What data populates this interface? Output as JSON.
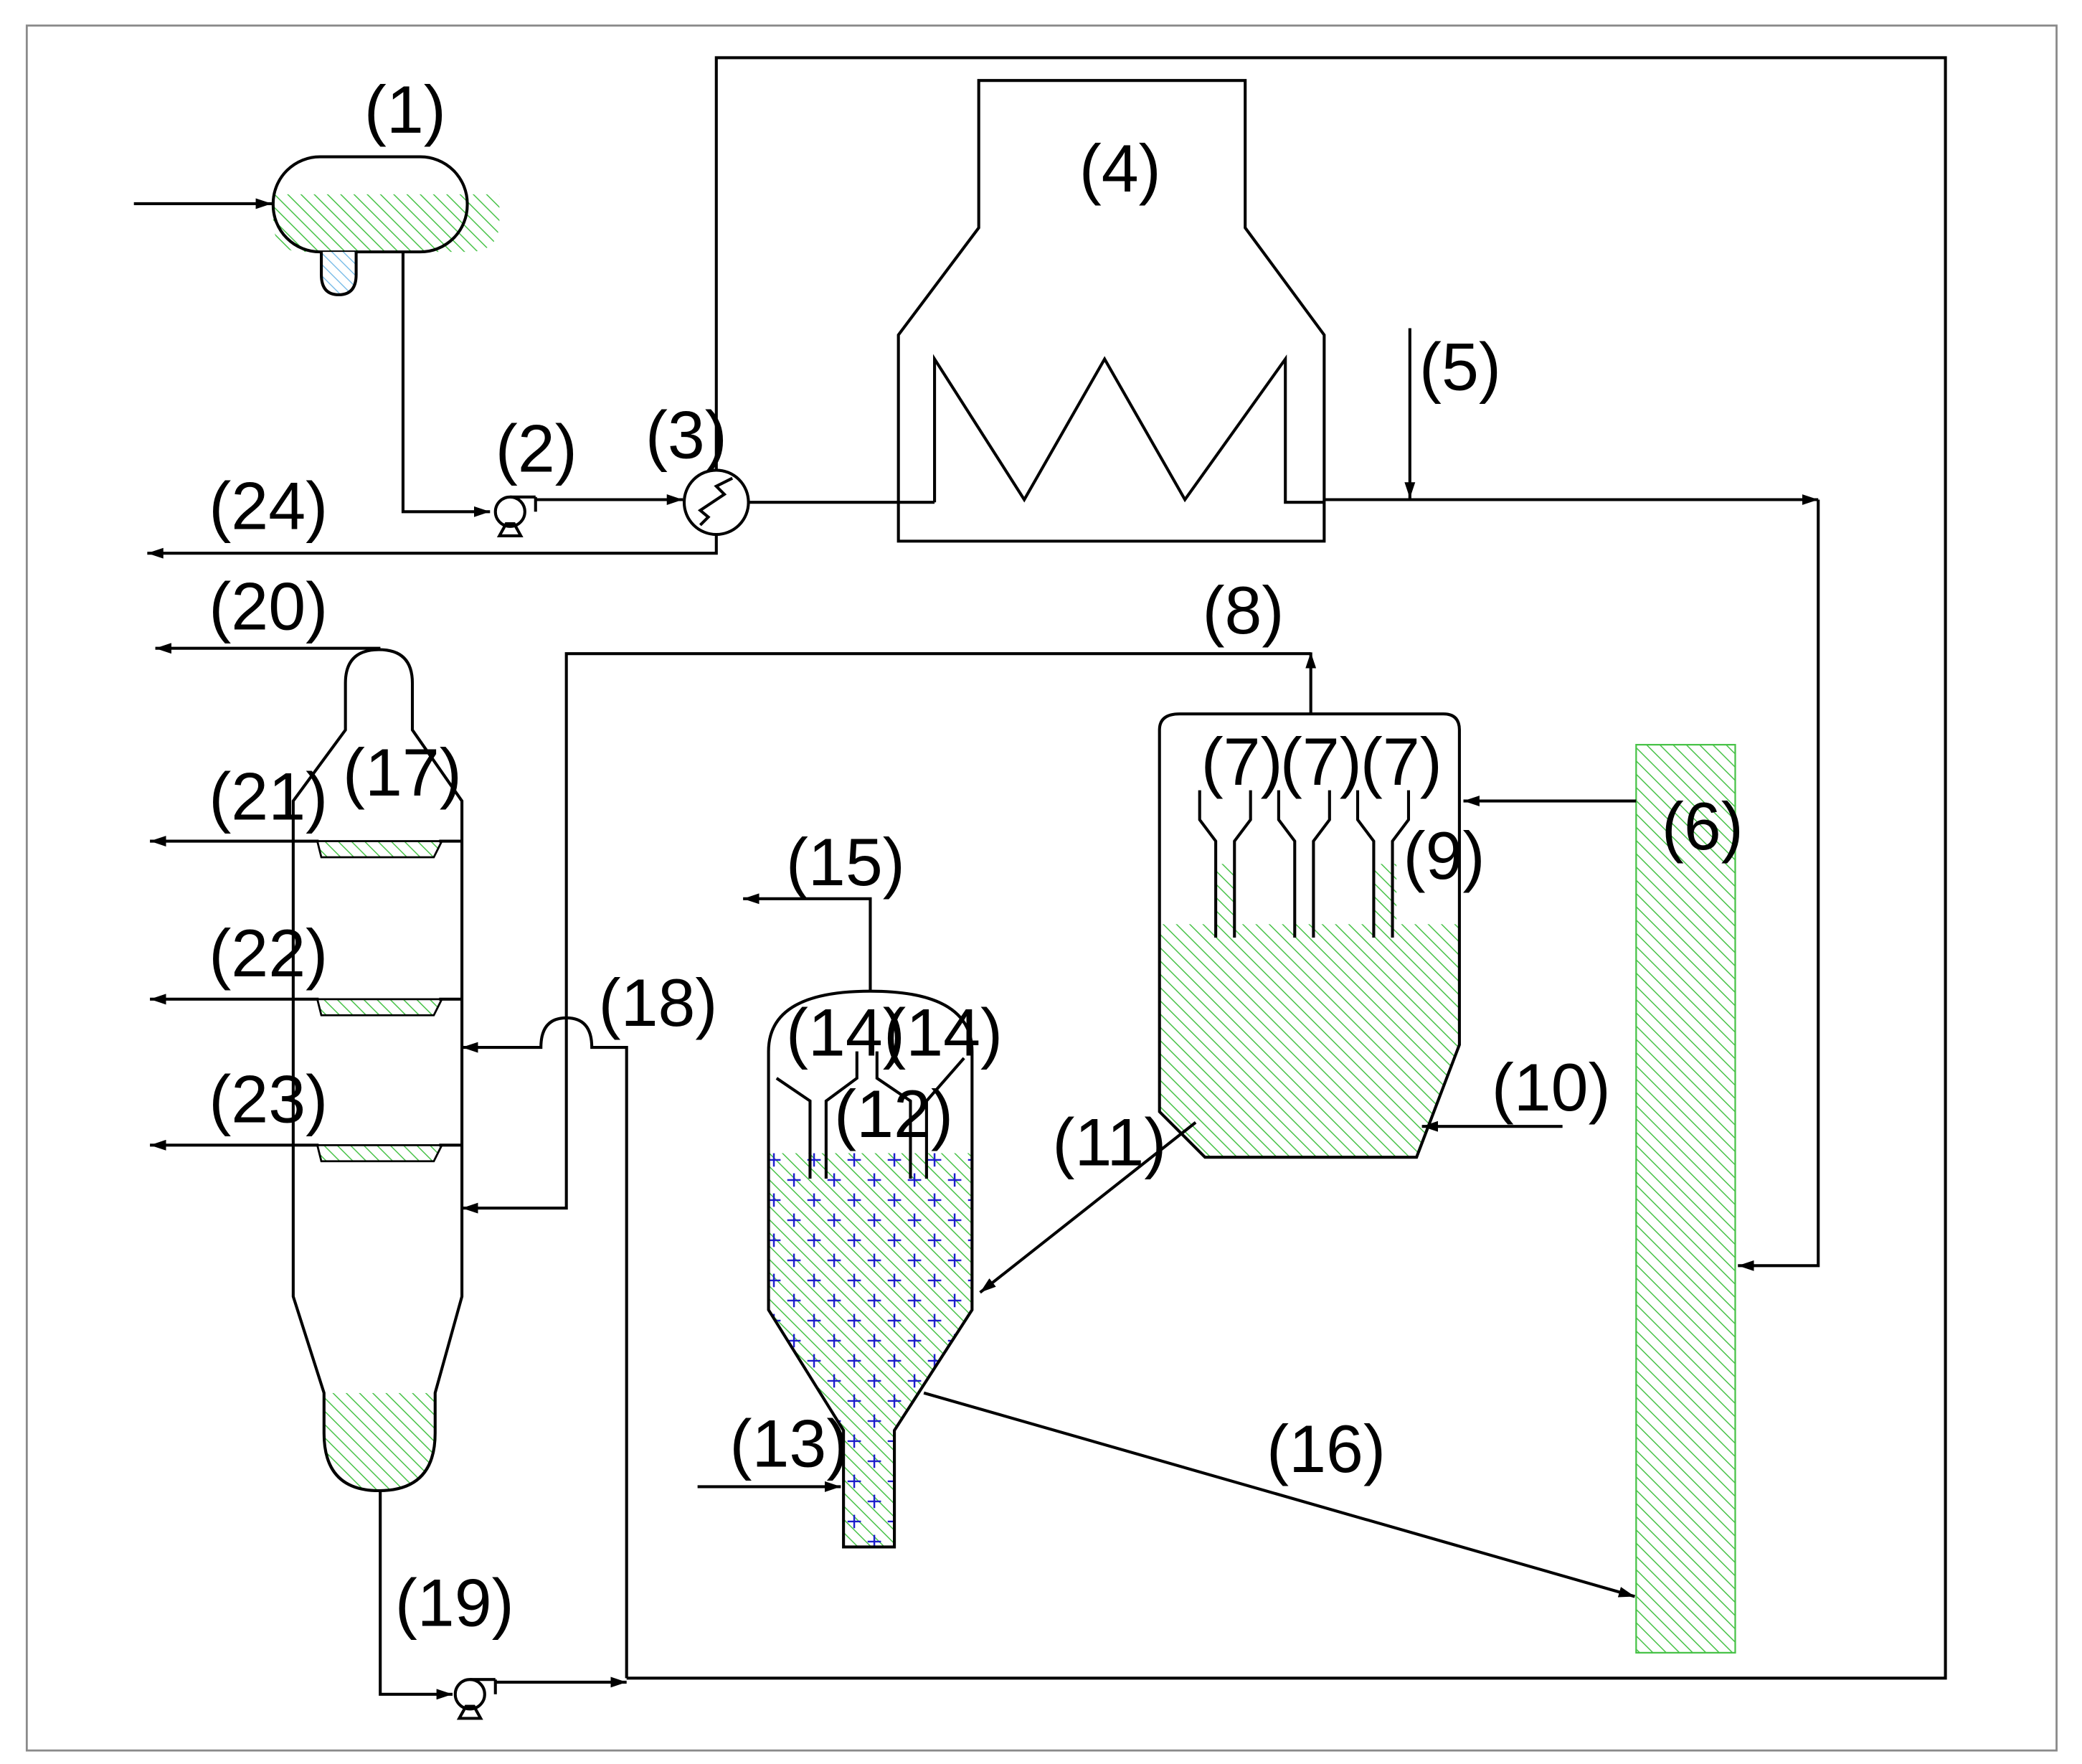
{
  "colors": {
    "line": "#000000",
    "hatch": "#47c247",
    "plus": "#1a1acc",
    "accent_blue": "#6fb7e6",
    "frame": "#8a8a8a"
  },
  "labels": {
    "l1": "(1)",
    "l2": "(2)",
    "l3": "(3)",
    "l4": "(4)",
    "l5": "(5)",
    "l6": "(6)",
    "l7": "(7)",
    "l8": "(8)",
    "l9": "(9)",
    "l10": "(10)",
    "l11": "(11)",
    "l12": "(12)",
    "l13": "(13)",
    "l14": "(14)",
    "l15": "(15)",
    "l16": "(16)",
    "l17": "(17)",
    "l18": "(18)",
    "l19": "(19)",
    "l20": "(20)",
    "l21": "(21)",
    "l22": "(22)",
    "l23": "(23)",
    "l24": "(24)"
  }
}
